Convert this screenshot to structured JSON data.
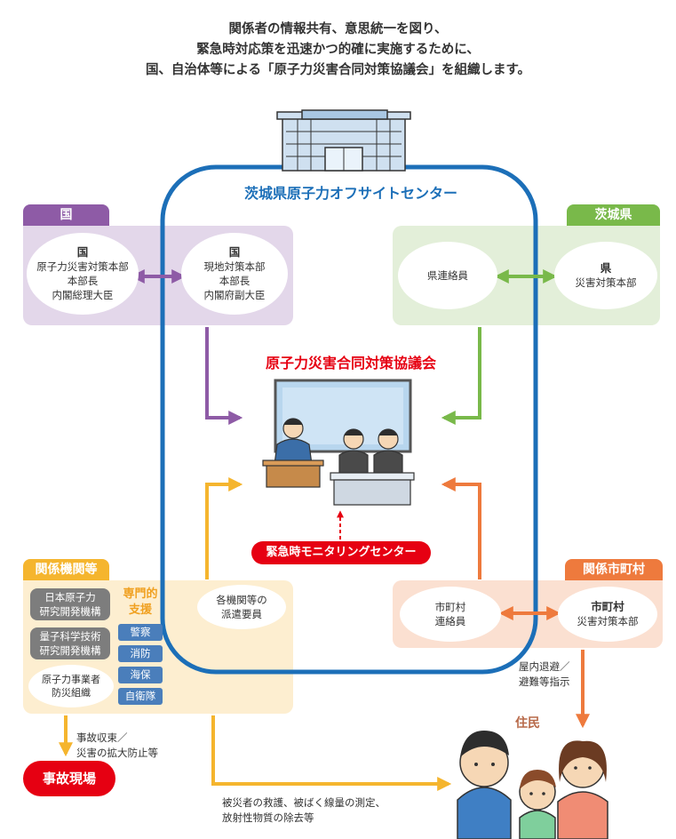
{
  "intro": {
    "line1": "関係者の情報共有、意思統一を図り、",
    "line2": "緊急時対応策を迅速かつ的確に実施するために、",
    "line3": "国、自治体等による「原子力災害合同対策協議会」を組織します。"
  },
  "center": {
    "name": "茨城県原子力オフサイトセンター",
    "council": "原子力災害合同対策協議会",
    "monitoring": "緊急時モニタリングセンター"
  },
  "kuni": {
    "tab": "国",
    "hq": {
      "title": "国",
      "line1": "原子力災害対策本部",
      "line2": "本部長",
      "line3": "内閣総理大臣"
    },
    "local": {
      "title": "国",
      "line1": "現地対策本部",
      "line2": "本部長",
      "line3": "内閣府副大臣"
    }
  },
  "ibaraki": {
    "tab": "茨城県",
    "liaison": "県連絡員",
    "hq": {
      "title": "県",
      "line1": "災害対策本部"
    }
  },
  "agencies": {
    "tab": "関係機関等",
    "org1": {
      "line1": "日本原子力",
      "line2": "研究開発機構"
    },
    "org2": {
      "line1": "量子科学技術",
      "line2": "研究開発機構"
    },
    "org3": {
      "line1": "原子力事業者",
      "line2": "防災組織"
    },
    "support": {
      "line1": "専門的",
      "line2": "支援"
    },
    "services": [
      "警察",
      "消防",
      "海保",
      "自衛隊"
    ],
    "dispatch": {
      "line1": "各機関等の",
      "line2": "派遣要員"
    },
    "action1": {
      "line1": "事故収束／",
      "line2": "災害の拡大防止等"
    },
    "action2": {
      "line1": "被災者の救護、被ばく線量の測定、",
      "line2": "放射性物質の除去等"
    }
  },
  "municipality": {
    "tab": "関係市町村",
    "liaison": {
      "line1": "市町村",
      "line2": "連絡員"
    },
    "hq": {
      "title": "市町村",
      "line1": "災害対策本部"
    },
    "instruction": {
      "line1": "屋内退避／",
      "line2": "避難等指示"
    }
  },
  "residents": "住民",
  "accident": "事故現場",
  "colors": {
    "kuni": "#8e5ba6",
    "kuni_bg": "#e3d7ea",
    "ibaraki": "#79b94a",
    "ibaraki_bg": "#e3efd9",
    "agencies": "#f5b52e",
    "agencies_bg": "#fdeed0",
    "municipality": "#ee7a3d",
    "municipality_bg": "#fbe0d1",
    "offsite_border": "#1c6fb8",
    "council_text": "#e60012"
  }
}
